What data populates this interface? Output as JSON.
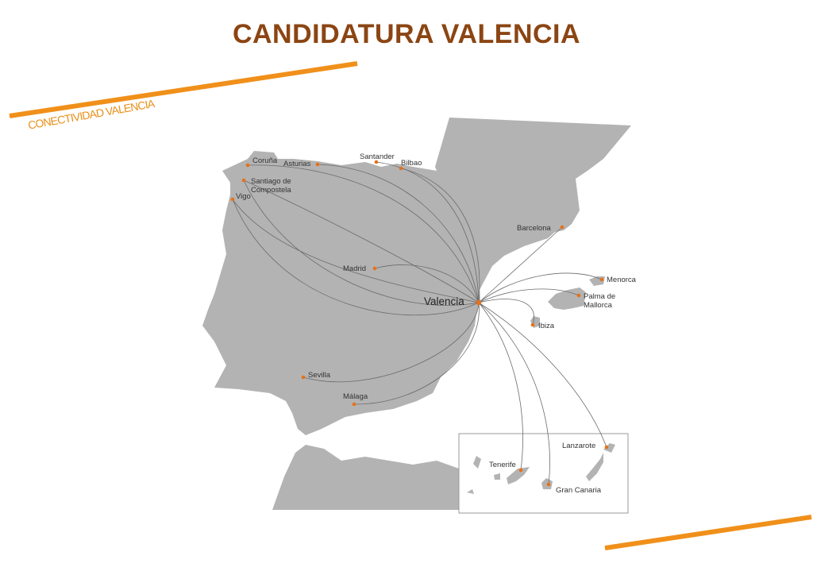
{
  "header": {
    "title": "CANDIDATURA VALENCIA",
    "subtitle": "CONECTIVIDAD VALENCIA"
  },
  "colors": {
    "title": "#8b4513",
    "accent": "#f0901a",
    "land": "#b3b3b3",
    "route": "#6b6b6b",
    "marker": "#e8701a"
  },
  "map": {
    "hub": {
      "name": "Valencia"
    },
    "destinations": [
      {
        "key": "coruna",
        "name": "Coruña"
      },
      {
        "key": "asturias",
        "name": "Asturias"
      },
      {
        "key": "santander",
        "name": "Santander"
      },
      {
        "key": "bilbao",
        "name": "Bilbao"
      },
      {
        "key": "santiago",
        "name_line1": "Santiago de",
        "name_line2": "Compostela"
      },
      {
        "key": "vigo",
        "name": "Vigo"
      },
      {
        "key": "barcelona",
        "name": "Barcelona"
      },
      {
        "key": "madrid",
        "name": "Madrid"
      },
      {
        "key": "menorca",
        "name": "Menorca"
      },
      {
        "key": "palma",
        "name_line1": "Palma de",
        "name_line2": "Mallorca"
      },
      {
        "key": "ibiza",
        "name": "Ibiza"
      },
      {
        "key": "sevilla",
        "name": "Sevilla"
      },
      {
        "key": "malaga",
        "name": "Málaga"
      },
      {
        "key": "lanzarote",
        "name": "Lanzarote"
      },
      {
        "key": "tenerife",
        "name": "Tenerife"
      },
      {
        "key": "grancanaria",
        "name": "Gran Canaria"
      }
    ]
  }
}
